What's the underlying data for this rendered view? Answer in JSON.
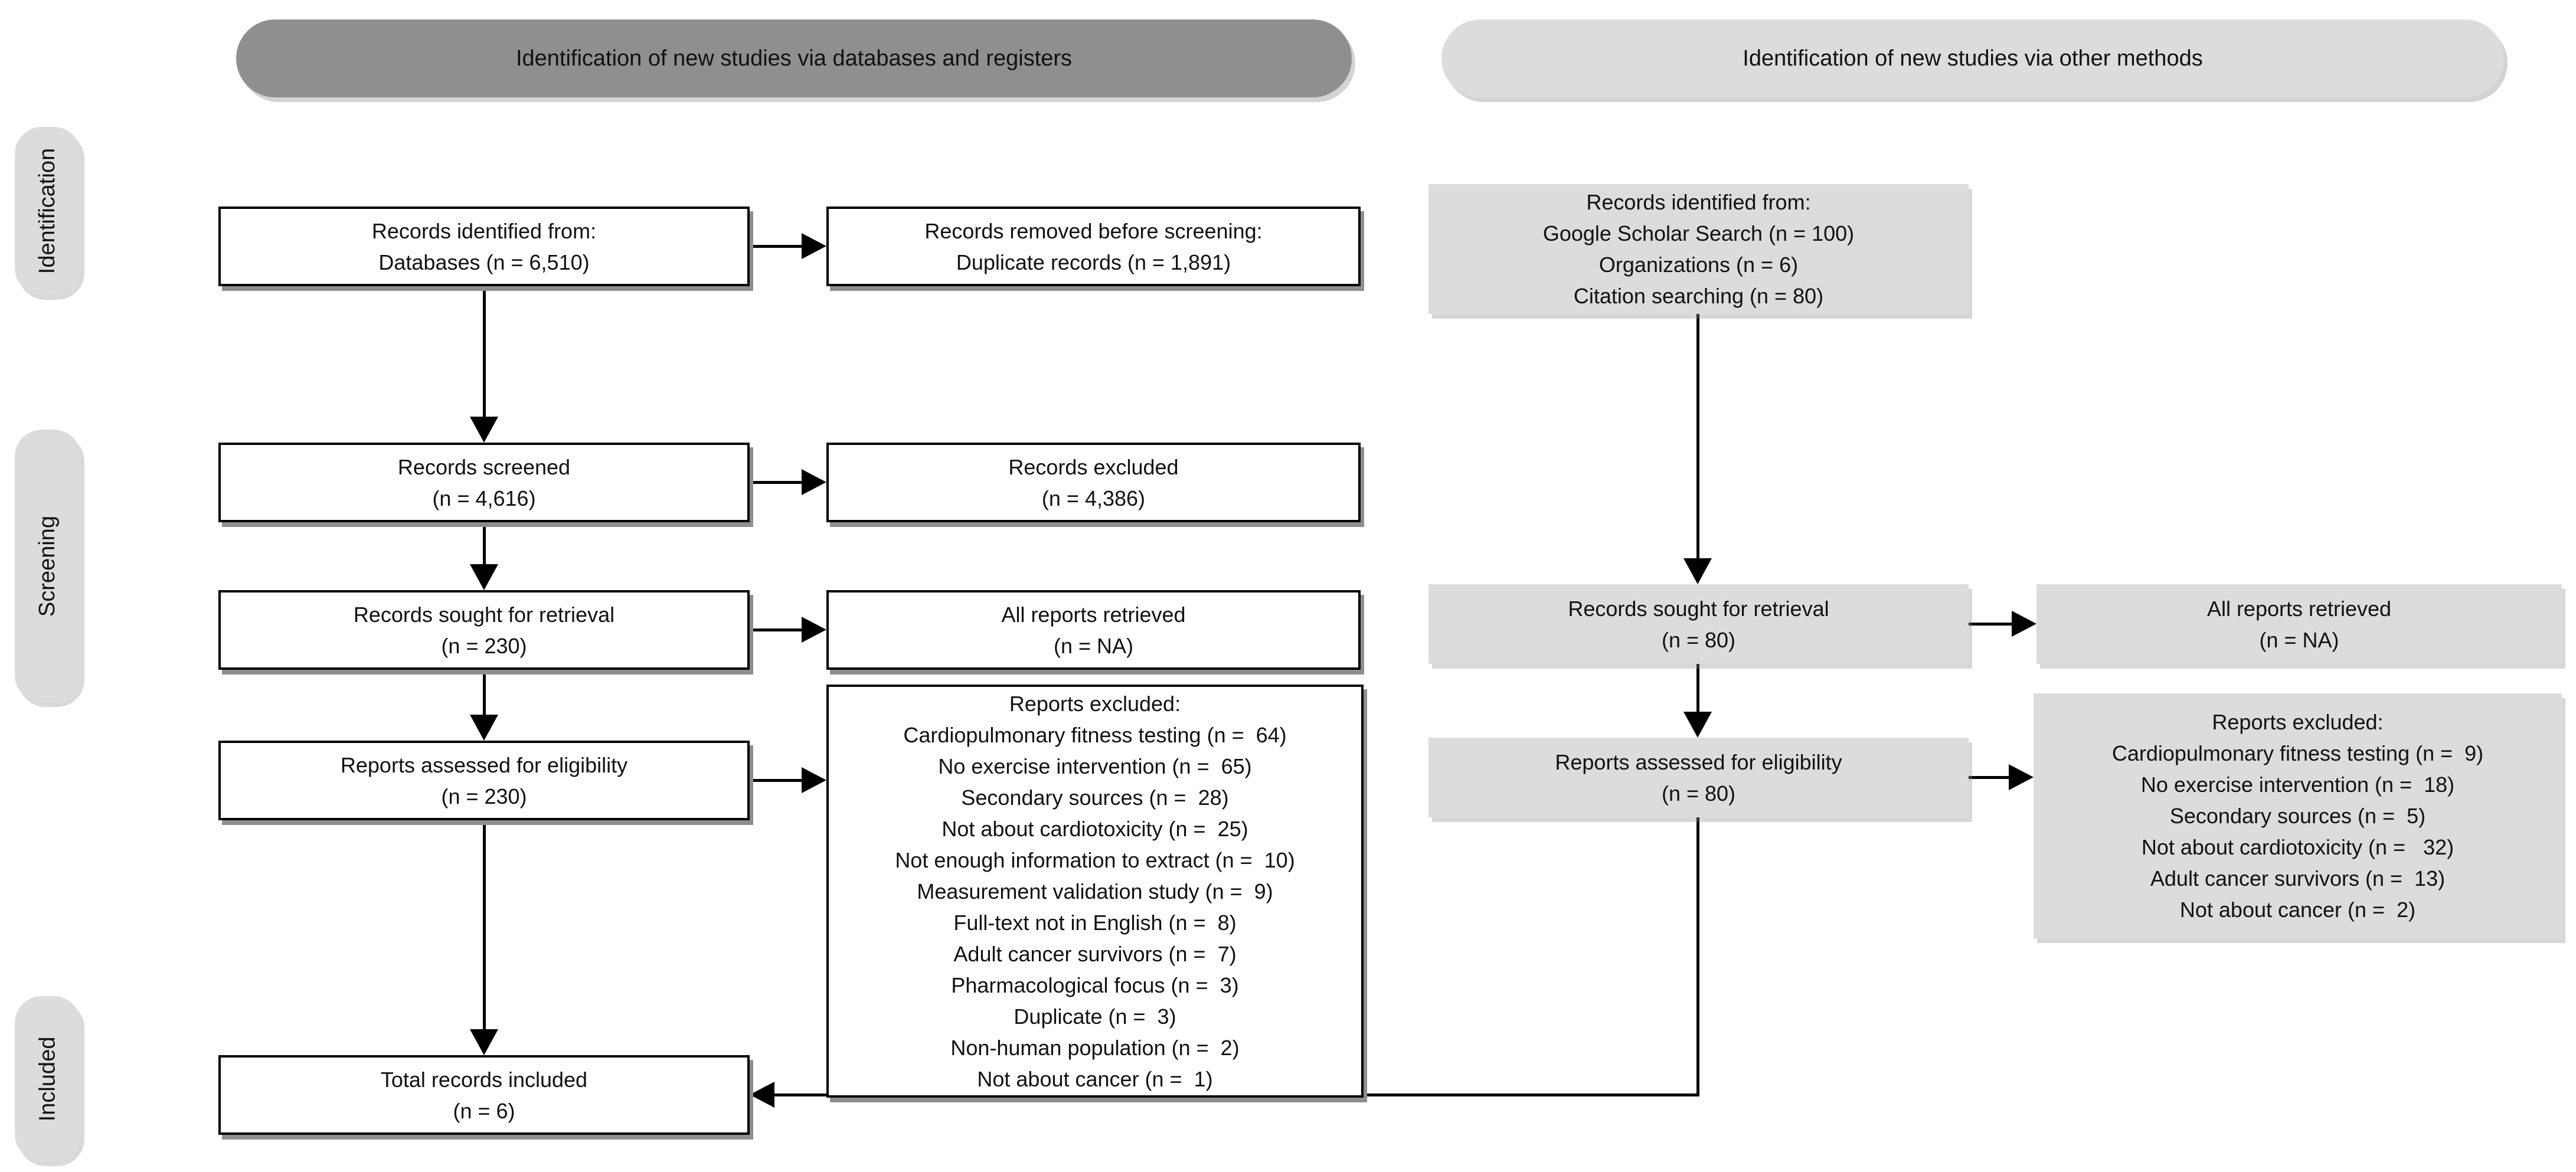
{
  "headers": {
    "databases": "Identification of new studies via databases and registers",
    "other": "Identification of new studies via other methods"
  },
  "stages": {
    "identification": "Identification",
    "screening": "Screening",
    "included": "Included"
  },
  "left_flow": {
    "records_identified": {
      "lines": [
        "Records identified from:",
        "Databases (n = 6,510)"
      ]
    },
    "records_removed": {
      "lines": [
        "Records removed before screening:",
        "Duplicate records (n = 1,891)"
      ]
    },
    "records_screened": {
      "lines": [
        "Records screened",
        "(n = 4,616)"
      ]
    },
    "records_excluded": {
      "lines": [
        "Records excluded",
        "(n = 4,386)"
      ]
    },
    "records_sought": {
      "lines": [
        "Records sought for retrieval",
        "(n = 230)"
      ]
    },
    "reports_retrieved": {
      "lines": [
        "All reports retrieved",
        "(n = NA)"
      ]
    },
    "reports_assessed": {
      "lines": [
        "Reports assessed for eligibility",
        "(n = 230)"
      ]
    },
    "reports_excluded": {
      "lines": [
        "Reports excluded:",
        "Cardiopulmonary fitness testing (n =  64)",
        "No exercise intervention (n =  65)",
        "Secondary sources (n =  28)",
        "Not about cardiotoxicity (n =  25)",
        "Not enough information to extract (n =  10)",
        "Measurement validation study (n =  9)",
        "Full-text not in English (n =  8)",
        "Adult cancer survivors (n =  7)",
        "Pharmacological focus (n =  3)",
        "Duplicate (n =  3)",
        "Non-human population (n =  2)",
        "Not about cancer (n =  1)"
      ]
    },
    "total_included": {
      "lines": [
        "Total records included",
        "(n = 6)"
      ]
    }
  },
  "other_flow": {
    "records_identified": {
      "lines": [
        "Records identified from:",
        "Google Scholar Search (n = 100)",
        "Organizations (n = 6)",
        "Citation searching (n = 80)"
      ]
    },
    "records_sought": {
      "lines": [
        "Records sought for retrieval",
        "(n = 80)"
      ]
    },
    "reports_retrieved": {
      "lines": [
        "All reports retrieved",
        "(n = NA)"
      ]
    },
    "reports_assessed": {
      "lines": [
        "Reports assessed for eligibility",
        "(n = 80)"
      ]
    },
    "reports_excluded": {
      "lines": [
        "Reports excluded:",
        "Cardiopulmonary fitness testing (n =  9)",
        "No exercise intervention (n =  18)",
        "Secondary sources (n =  5)",
        "Not about cardiotoxicity (n =   32)",
        "Adult cancer survivors (n =  13)",
        "Not about cancer (n =  2)"
      ]
    }
  },
  "colors": {
    "header_dark": "#8f8f8f",
    "panel_light": "#dcdcdc",
    "box_border": "#000000",
    "connector": "#000000",
    "shadow": "#8e8e8e"
  }
}
